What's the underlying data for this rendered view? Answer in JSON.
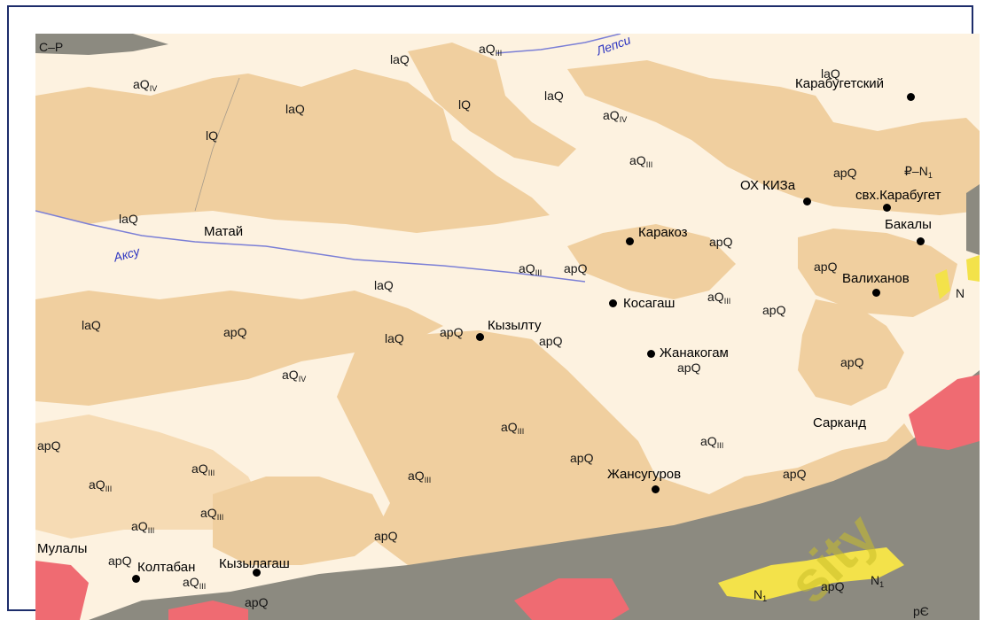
{
  "map": {
    "units": {
      "laQ": "laQ",
      "lQ": "lQ",
      "apQ": "apQ",
      "aQIII": "aQ",
      "aQIV": "aQ",
      "sub3": "III",
      "sub4": "IV",
      "CP": "C–P",
      "PN": "₽–N",
      "N1": "N",
      "pC": "pЄ"
    },
    "rivers": {
      "lepsi": "Лепси",
      "aksu": "Аксу"
    },
    "settlements": {
      "karabuget": "Карабугетский",
      "oxkiza": "ОХ КИЗа",
      "svxkarabuget": "свх.Карабугет",
      "bakaly": "Бакалы",
      "karakoz": "Каракоз",
      "matai": "Матай",
      "valikhanov": "Валиханов",
      "kosagash": "Косагаш",
      "kyzyltu": "Кызылту",
      "zhanakogam": "Жанакогам",
      "sarkand": "Сарканд",
      "zhansugurov": "Жансугуров",
      "mulaly": "Мулалы",
      "koltaban": "Колтабан",
      "kyzylagash": "Кызылагаш"
    },
    "colors": {
      "alluvium_light": "#fdf2e0",
      "plain_tan": "#f0cf9f",
      "lake_plain": "#f6dbb4",
      "mountain_grey": "#8c8a80",
      "granite_red": "#ef6b72",
      "neogene_yellow": "#f3e24a",
      "river_blue": "#2b33c0"
    },
    "watermark": "sity"
  }
}
